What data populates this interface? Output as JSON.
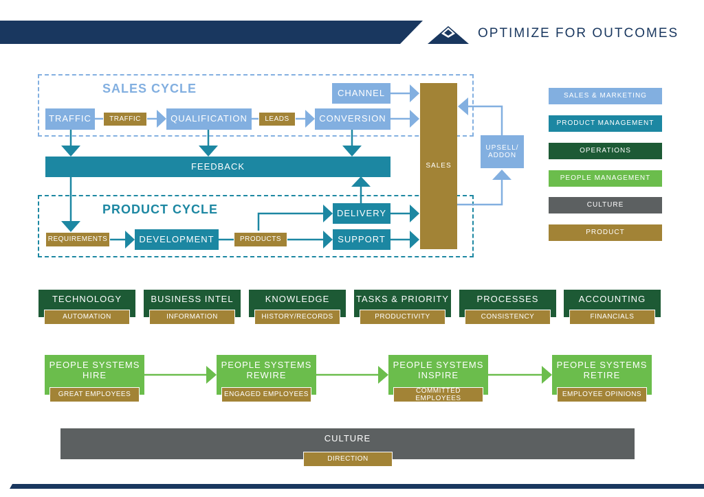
{
  "header": {
    "title": "OPTIMIZE FOR OUTCOMES"
  },
  "colors": {
    "navy": "#19375f",
    "light_blue": "#82afe0",
    "teal": "#1c87a2",
    "dark_green": "#1d5a35",
    "light_green": "#6bbd4c",
    "gray": "#5c6061",
    "gold": "#a28336"
  },
  "sales_cycle": {
    "label": "SALES CYCLE",
    "channel": "CHANNEL",
    "traffic": "TRAFFIC",
    "traffic_tag": "TRAFFIC",
    "qualification": "QUALIFICATION",
    "leads_tag": "LEADS",
    "conversion": "CONVERSION"
  },
  "feedback": "FEEDBACK",
  "sales": "SALES",
  "upsell": {
    "line1": "UPSELL/",
    "line2": "ADDON"
  },
  "product_cycle": {
    "label": "PRODUCT CYCLE",
    "requirements_tag": "REQUIREMENTS",
    "development": "DEVELOPMENT",
    "products_tag": "PRODUCTS",
    "delivery": "DELIVERY",
    "support": "SUPPORT"
  },
  "legend": [
    {
      "label": "SALES & MARKETING",
      "color": "#82afe0"
    },
    {
      "label": "PRODUCT MANAGEMENT",
      "color": "#1c87a2"
    },
    {
      "label": "OPERATIONS",
      "color": "#1d5a35"
    },
    {
      "label": "PEOPLE MANAGEMENT",
      "color": "#6bbd4c"
    },
    {
      "label": "CULTURE",
      "color": "#5c6061"
    },
    {
      "label": "PRODUCT",
      "color": "#a28336"
    }
  ],
  "operations": [
    {
      "title": "TECHNOLOGY",
      "tag": "AUTOMATION"
    },
    {
      "title": "BUSINESS INTEL",
      "tag": "INFORMATION"
    },
    {
      "title": "KNOWLEDGE",
      "tag": "HISTORY/RECORDS"
    },
    {
      "title": "TASKS & PRIORITY",
      "tag": "PRODUCTIVITY"
    },
    {
      "title": "PROCESSES",
      "tag": "CONSISTENCY"
    },
    {
      "title": "ACCOUNTING",
      "tag": "FINANCIALS"
    }
  ],
  "people": [
    {
      "line1": "PEOPLE SYSTEMS",
      "line2": "HIRE",
      "tag": "GREAT EMPLOYEES"
    },
    {
      "line1": "PEOPLE SYSTEMS",
      "line2": "REWIRE",
      "tag": "ENGAGED EMPLOYEES"
    },
    {
      "line1": "PEOPLE SYSTEMS",
      "line2": "INSPIRE",
      "tag": "COMMITTED EMPLOYEES"
    },
    {
      "line1": "PEOPLE SYSTEMS",
      "line2": "RETIRE",
      "tag": "EMPLOYEE OPINIONS"
    }
  ],
  "culture": {
    "title": "CULTURE",
    "tag": "DIRECTION"
  }
}
